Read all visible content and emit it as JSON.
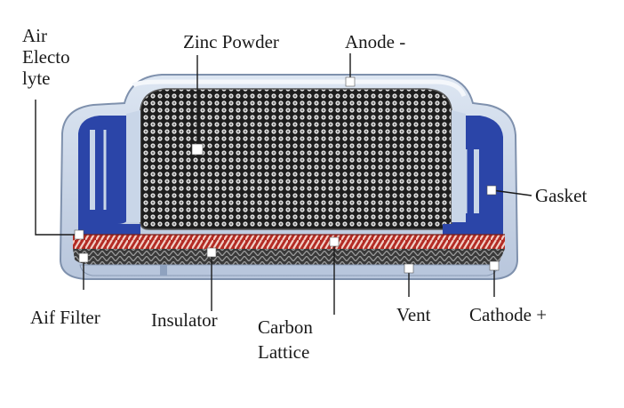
{
  "diagram": {
    "labels": {
      "air_electrolyte": "Air Electo lyte",
      "zinc_powder": "Zinc Powder",
      "anode": "Anode  -",
      "gasket": "Gasket",
      "air_filter": "Aif Filter",
      "insulator": "Insulator",
      "carbon_lattice": "Carbon Lattice",
      "vent": "Vent",
      "cathode": "Cathode +"
    },
    "colors": {
      "casing": "#c9d6e8",
      "casing_outline": "#8a9bb5",
      "gasket_blue": "#2b45a8",
      "zinc_dark": "#2a2a2a",
      "zinc_light": "#e6e6e6",
      "carbon_red": "#b8322a",
      "marker": "#ffffff"
    }
  }
}
